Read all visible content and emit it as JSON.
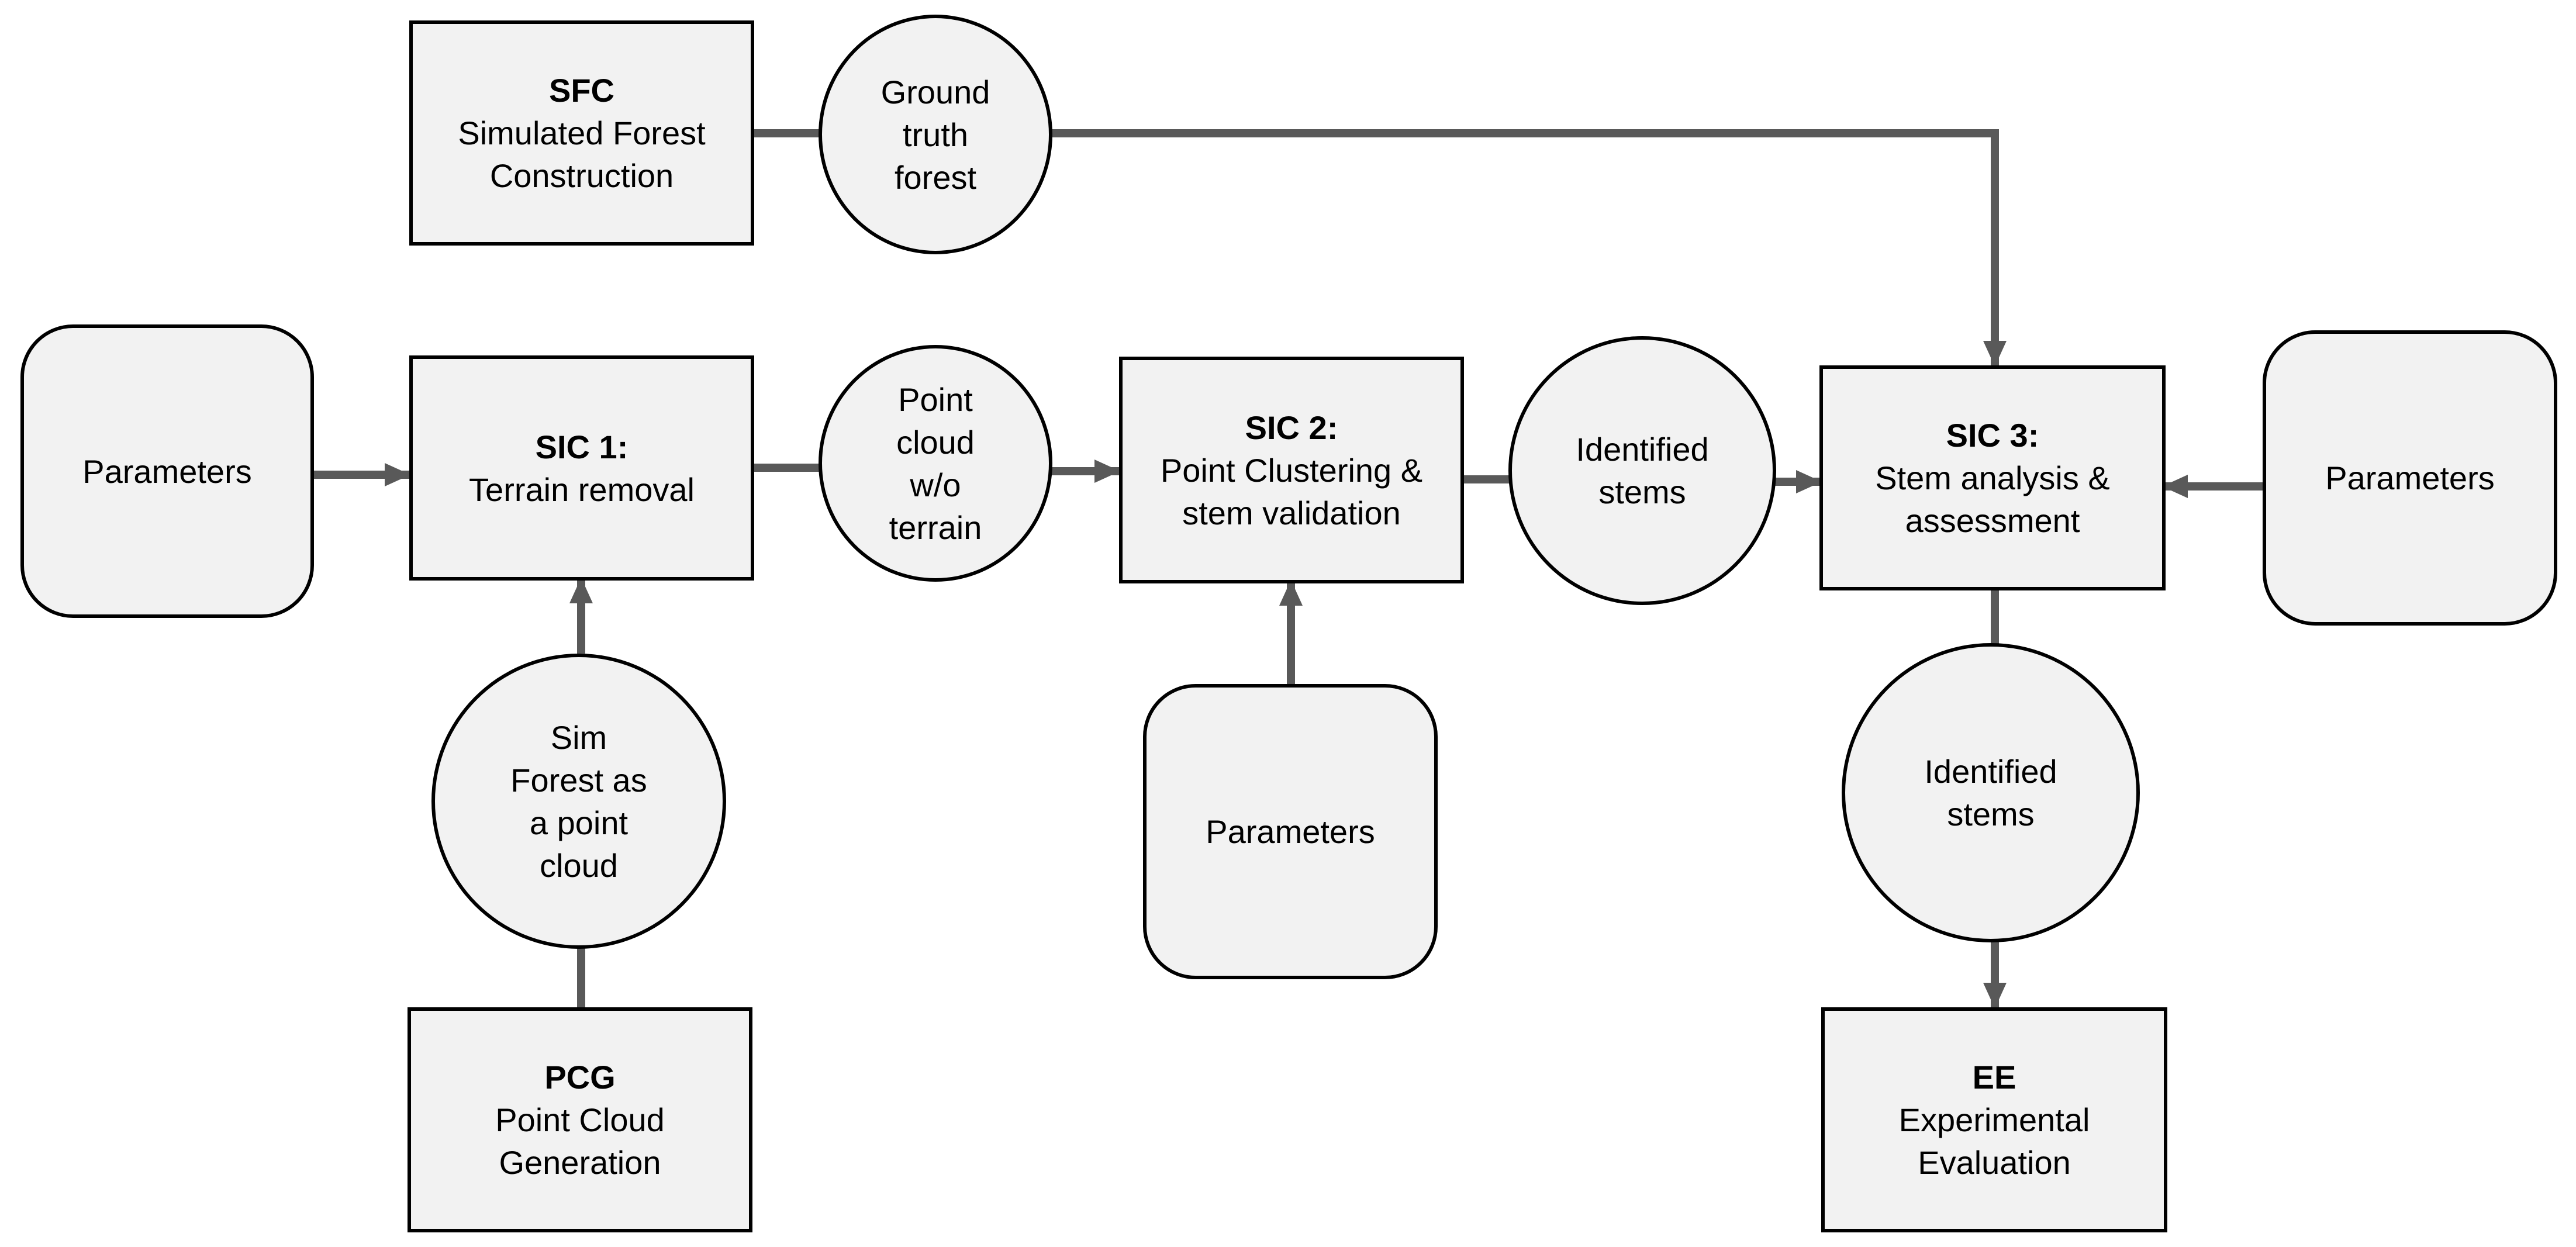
{
  "nodes": {
    "sfc": {
      "abbr": "SFC",
      "line1": "Simulated Forest",
      "line2": "Construction"
    },
    "ground_truth": {
      "line1": "Ground",
      "line2": "truth",
      "line3": "forest"
    },
    "params_left": {
      "label": "Parameters"
    },
    "sic1": {
      "abbr": "SIC 1:",
      "line1": "Terrain removal"
    },
    "point_cloud_no_terrain": {
      "line1": "Point",
      "line2": "cloud",
      "line3": "w/o",
      "line4": "terrain"
    },
    "sic2": {
      "abbr": "SIC 2:",
      "line1": "Point Clustering &",
      "line2": "stem validation"
    },
    "identified_stems_1": {
      "line1": "Identified",
      "line2": "stems"
    },
    "sic3": {
      "abbr": "SIC 3:",
      "line1": "Stem analysis &",
      "line2": "assessment"
    },
    "params_right": {
      "label": "Parameters"
    },
    "sim_forest": {
      "line1": "Sim",
      "line2": "Forest as",
      "line3": "a point",
      "line4": "cloud"
    },
    "params_mid": {
      "label": "Parameters"
    },
    "identified_stems_2": {
      "line1": "Identified",
      "line2": "stems"
    },
    "pcg": {
      "abbr": "PCG",
      "line1": "Point Cloud",
      "line2": "Generation"
    },
    "ee": {
      "abbr": "EE",
      "line1": "Experimental",
      "line2": "Evaluation"
    }
  },
  "colors": {
    "node_fill": "#f2f2f2",
    "border": "#000000",
    "connector": "#595959"
  }
}
